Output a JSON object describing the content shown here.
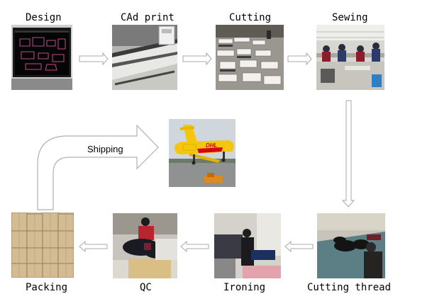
{
  "steps": {
    "design": "Design",
    "cad_print": "CAd print",
    "cutting": "Cutting",
    "sewing": "Sewing",
    "cutting_thread": "Cutting thread",
    "ironing": "Ironing",
    "qc": "QC",
    "packing": "Packing"
  },
  "shipping": "Shipping",
  "airplane_livery": "DHL"
}
